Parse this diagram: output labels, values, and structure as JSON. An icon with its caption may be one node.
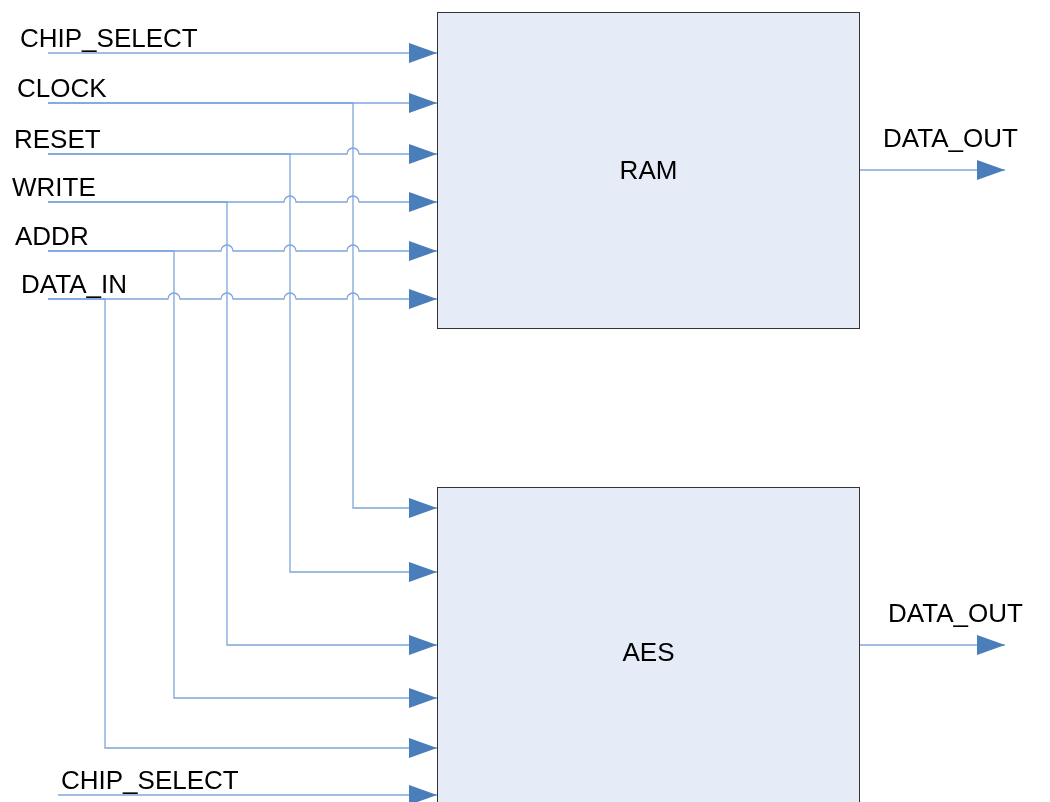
{
  "diagram": {
    "nodes": [
      {
        "text": [
          "CHIP_SELECT"
        ]
      },
      {
        "text": [
          "CLOCK"
        ]
      },
      {
        "text": [
          "RESET"
        ]
      },
      {
        "text": [
          "WRITE"
        ]
      },
      {
        "text": [
          "ADDR"
        ]
      },
      {
        "text": [
          "DATA_IN"
        ]
      },
      {
        "text": [
          "RAM"
        ]
      },
      {
        "text": [
          "AES"
        ]
      },
      {
        "text": [
          "CHIP_SELECT"
        ]
      }
    ],
    "edges": [
      {
        "from": 0,
        "to": 6,
        "arrow": "to"
      },
      {
        "from": 1,
        "to": 6,
        "arrow": "to"
      },
      {
        "from": 1,
        "to": 7,
        "arrow": "to"
      },
      {
        "from": 2,
        "to": 6,
        "arrow": "to"
      },
      {
        "from": 2,
        "to": 7,
        "arrow": "to"
      },
      {
        "from": 3,
        "to": 6,
        "arrow": "to"
      },
      {
        "from": 3,
        "to": 7,
        "arrow": "to"
      },
      {
        "from": 4,
        "to": 6,
        "arrow": "to"
      },
      {
        "from": 4,
        "to": 7,
        "arrow": "to"
      },
      {
        "from": 5,
        "to": 6,
        "arrow": "to"
      },
      {
        "from": 5,
        "to": 7,
        "arrow": "to"
      },
      {
        "from": 8,
        "to": 7,
        "arrow": "to"
      },
      {
        "from": 6,
        "to": null,
        "arrow": "to",
        "label": "DATA_OUT"
      },
      {
        "from": 7,
        "to": null,
        "arrow": "to",
        "label": "DATA_OUT"
      }
    ]
  }
}
